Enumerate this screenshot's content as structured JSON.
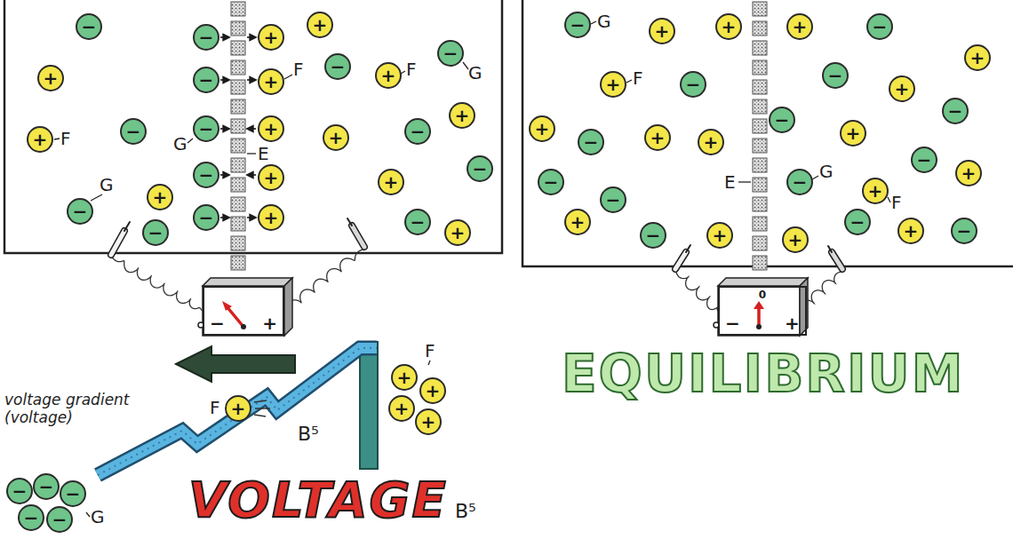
{
  "diagram": {
    "nodes": [
      {
        "text": [
          "−"
        ]
      },
      {
        "text": [
          "−"
        ]
      },
      {
        "text": [
          "+"
        ]
      },
      {
        "text": [
          "+"
        ]
      },
      {
        "text": [
          "−"
        ]
      },
      {
        "text": [
          "−"
        ]
      },
      {
        "text": [
          "+"
        ]
      },
      {
        "text": [
          "+"
        ]
      },
      {
        "text": [
          "−"
        ]
      },
      {
        "text": [
          "+"
        ]
      },
      {
        "text": [
          "+"
        ]
      },
      {
        "text": [
          "−"
        ]
      },
      {
        "text": [
          "+"
        ]
      },
      {
        "text": [
          "−"
        ]
      },
      {
        "text": [
          "−"
        ]
      },
      {
        "text": [
          "+"
        ]
      },
      {
        "text": [
          "+"
        ]
      },
      {
        "text": [
          "−"
        ]
      },
      {
        "text": [
          "−"
        ]
      },
      {
        "text": [
          "+"
        ]
      },
      {
        "text": [
          "+"
        ]
      },
      {
        "text": [
          "+"
        ]
      },
      {
        "text": [
          "−"
        ]
      },
      {
        "text": [
          "−"
        ]
      },
      {
        "text": [
          "+"
        ]
      },
      {
        "text": [
          "−"
        ]
      },
      {
        "text": [
          "+"
        ]
      },
      {
        "text": [
          "−"
        ]
      },
      {
        "text": [
          "−",
          "+"
        ]
      },
      {
        "text": [
          "−"
        ]
      },
      {
        "text": [
          "+"
        ]
      },
      {
        "text": [
          "+"
        ]
      },
      {
        "text": [
          "+"
        ]
      },
      {
        "text": [
          "−"
        ]
      },
      {
        "text": [
          "+"
        ]
      },
      {
        "text": [
          "−"
        ]
      },
      {
        "text": [
          "+"
        ]
      },
      {
        "text": [
          "−"
        ]
      },
      {
        "text": [
          "+"
        ]
      },
      {
        "text": [
          "−"
        ]
      },
      {
        "text": [
          "−"
        ]
      },
      {
        "text": [
          "+"
        ]
      },
      {
        "text": [
          "+"
        ]
      },
      {
        "text": [
          "−"
        ]
      },
      {
        "text": [
          "+"
        ]
      },
      {
        "text": [
          "+"
        ]
      },
      {
        "text": [
          "−"
        ]
      },
      {
        "text": [
          "−"
        ]
      },
      {
        "text": [
          "+"
        ]
      },
      {
        "text": [
          "−"
        ]
      },
      {
        "text": [
          "+"
        ]
      },
      {
        "text": [
          "−"
        ]
      },
      {
        "text": [
          "+"
        ]
      },
      {
        "text": [
          "−"
        ]
      },
      {
        "text": [
          "+"
        ]
      },
      {
        "text": [
          "+"
        ]
      },
      {
        "text": [
          "−"
        ]
      },
      {
        "text": [
          "+"
        ]
      },
      {
        "text": [
          "−"
        ]
      },
      {
        "text": [
          "0",
          "−",
          "+"
        ]
      },
      {
        "text": [
          "+"
        ]
      },
      {
        "text": [
          "+"
        ]
      },
      {
        "text": [
          "+"
        ]
      },
      {
        "text": [
          "+"
        ]
      },
      {
        "text": [
          "+"
        ]
      },
      {
        "text": [
          "−"
        ]
      },
      {
        "text": [
          "−"
        ]
      },
      {
        "text": [
          "−"
        ]
      },
      {
        "text": [
          "−"
        ]
      },
      {
        "text": [
          "−"
        ]
      }
    ],
    "labels": [
      "F",
      "G",
      "G",
      "E",
      "F",
      "F",
      "G",
      "G",
      "F",
      "E",
      "G",
      "F",
      "voltage gradient (voltage)",
      "F",
      "F",
      "B⁵",
      "G",
      "VOLTAGE",
      "B⁵",
      "EQUILIBRIUM"
    ]
  }
}
